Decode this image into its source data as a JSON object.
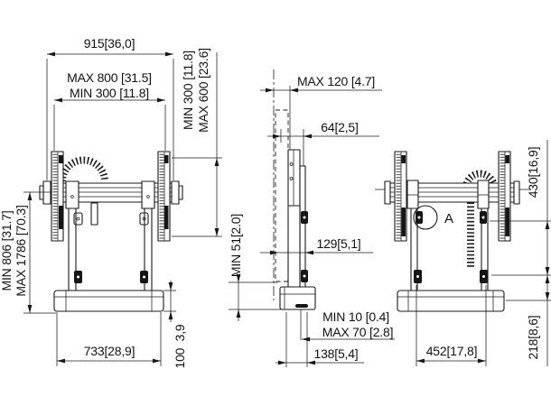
{
  "labels": {
    "front": {
      "total_width": "915[36,0]",
      "max_width": "MAX 800 [31.5]",
      "min_width": "MIN 300 [11.8]",
      "vesa_min": "MIN 300 [11.8]",
      "vesa_max": "MAX 600 [23.6]",
      "height_min": "MIN 806 [31.7]",
      "height_max": "MAX 1786 [70.3]",
      "base_width": "733[28,9]",
      "base_height": "100  3,9"
    },
    "side": {
      "tilt_max": "MAX 120 [4.7]",
      "top_offset": "64[2,5]",
      "mid_offset": "129[5,1]",
      "bottom_clearance": "MIN 51[2.0]",
      "foot_min": "MIN 10 [0.4]",
      "foot_max": "MAX 70 [2.8]",
      "base_depth": "138[5,4]"
    },
    "rear": {
      "rail_height": "430[16,9]",
      "detail": "A",
      "base_width": "452[17,8]",
      "base_depth": "218[8,6]"
    }
  },
  "colors": {
    "line": "#1a1a1a",
    "background": "#ffffff"
  }
}
